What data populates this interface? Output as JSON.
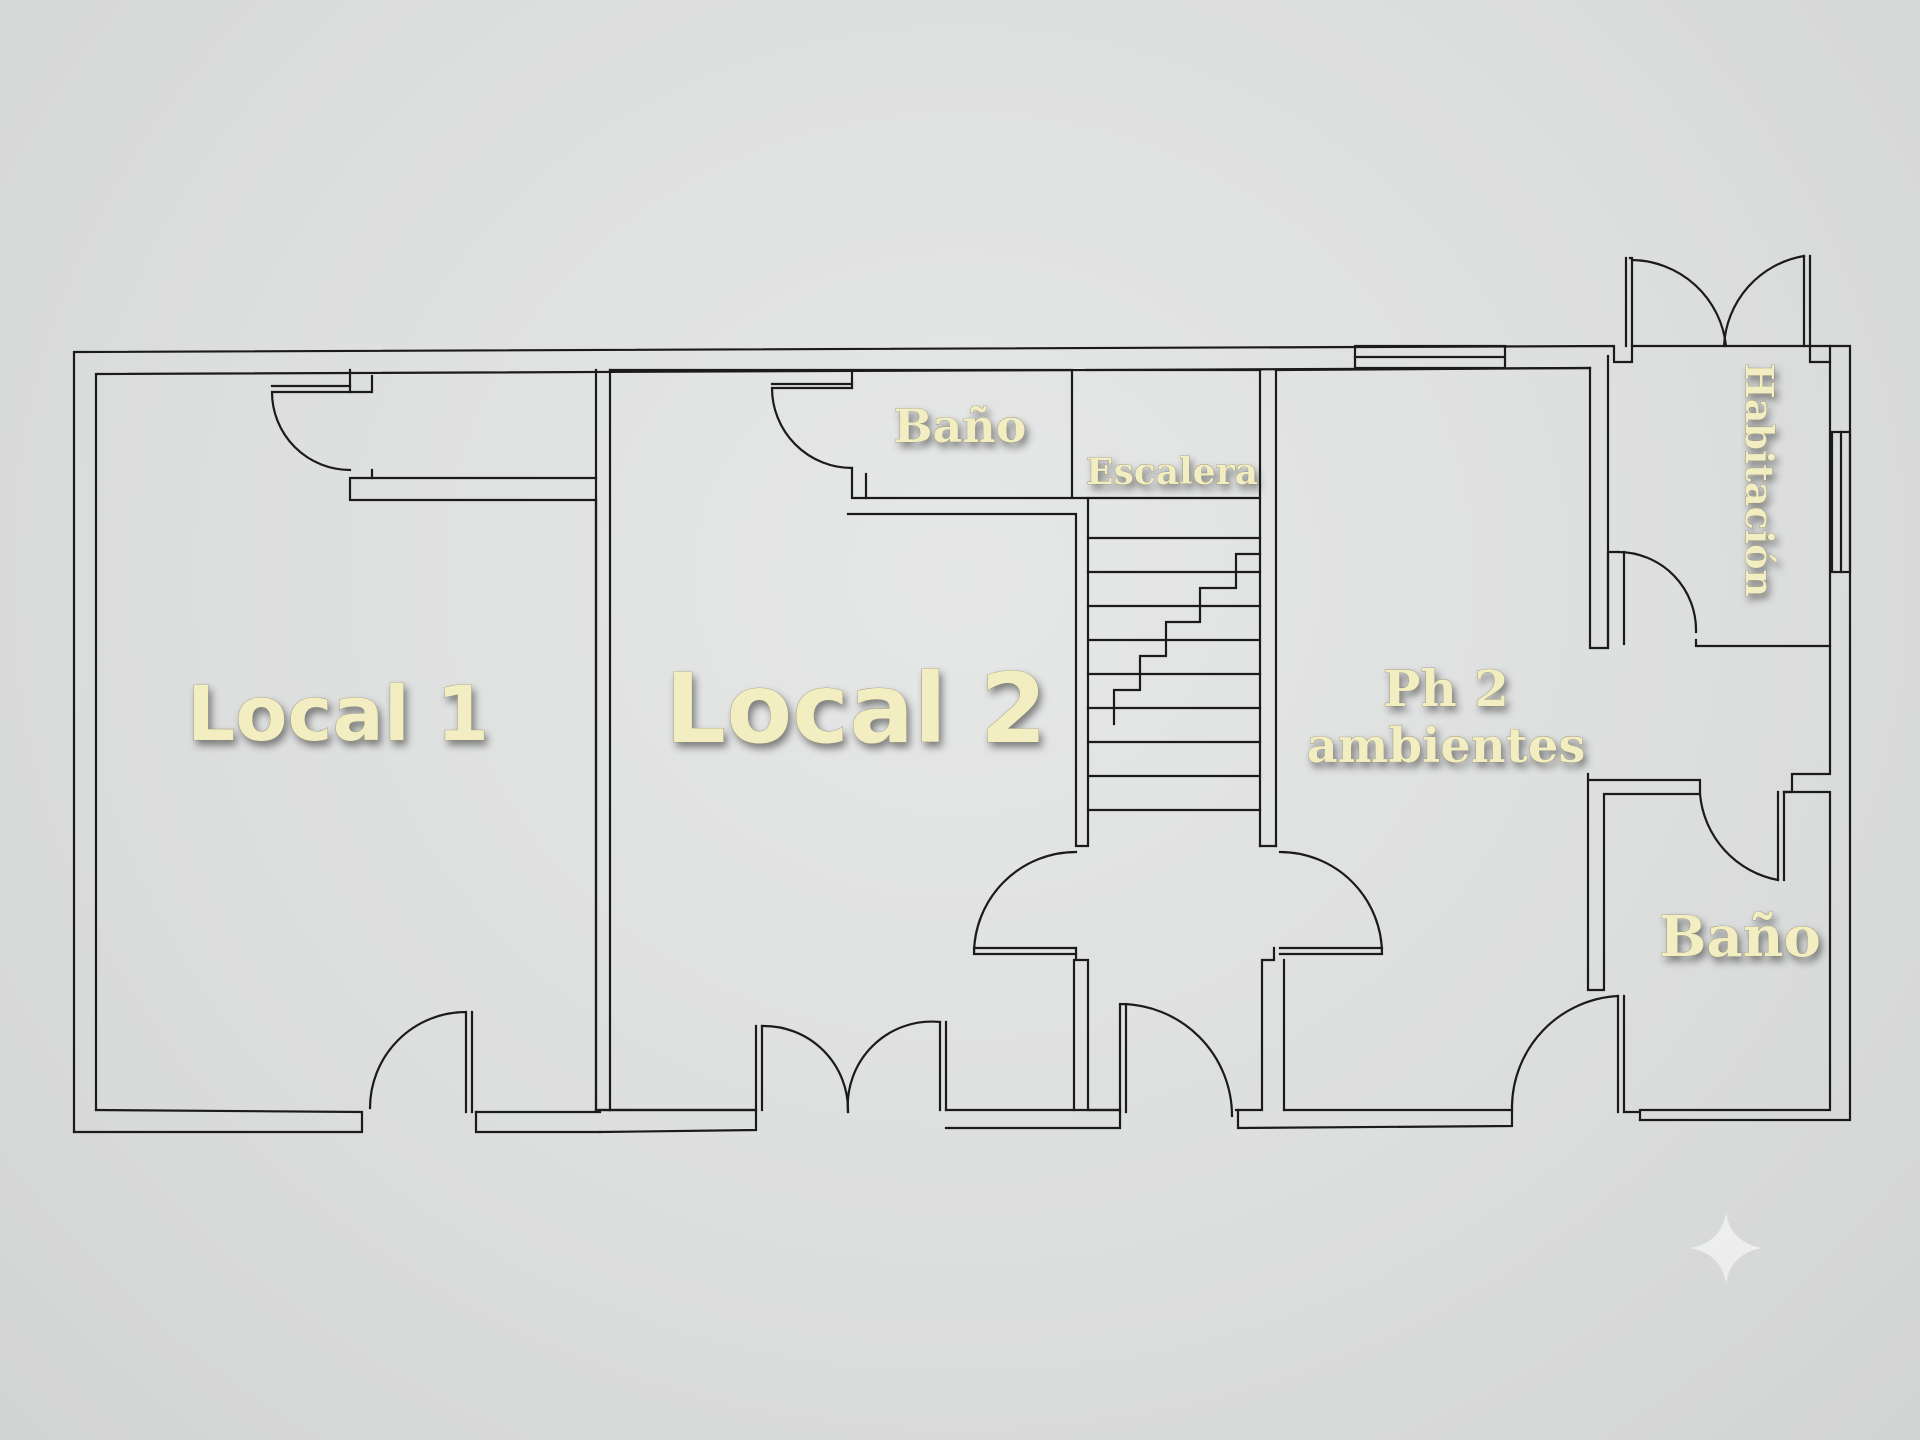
{
  "labels": {
    "local1": "Local 1",
    "local2": "Local 2",
    "bano_top": "Baño",
    "escalera": "Escalera",
    "ph2_line1": "Ph 2",
    "ph2_line2": "ambientes",
    "habitacion": "Habitación",
    "bano_right": "Baño"
  },
  "colors": {
    "line": "#1b1b1b",
    "label_fill": "#f3eec2",
    "background": "#dcdddd"
  },
  "icons": {
    "watermark": "sparkle-icon"
  }
}
